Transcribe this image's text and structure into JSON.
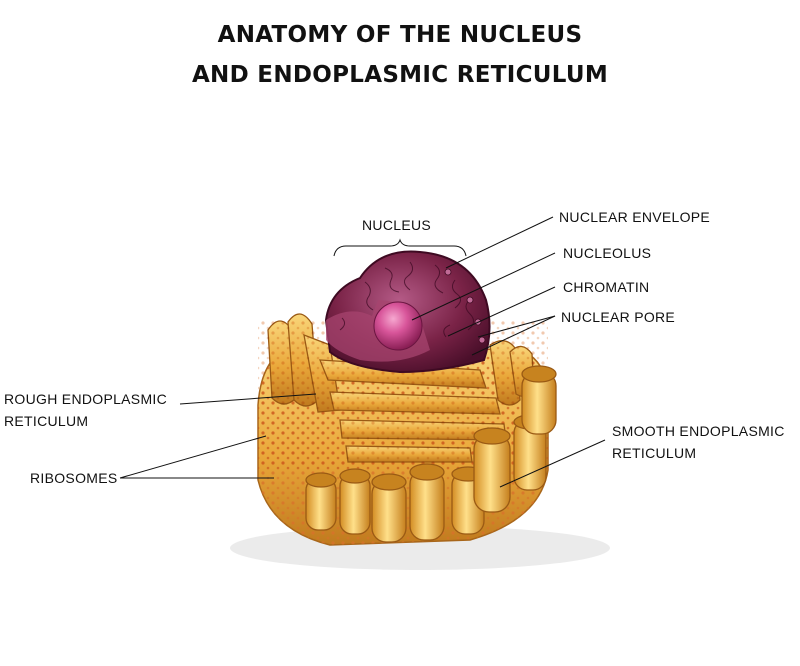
{
  "title": {
    "line1": "ANATOMY OF THE NUCLEUS",
    "line2": "AND ENDOPLASMIC RETICULUM"
  },
  "labels": {
    "nucleus": "NUCLEUS",
    "nuclear_envelope": "NUCLEAR ENVELOPE",
    "nucleolus": "NUCLEOLUS",
    "chromatin": "CHROMATIN",
    "nuclear_pore": "NUCLEAR PORE",
    "rough_er_line1": "ROUGH ENDOPLASMIC",
    "rough_er_line2": "RETICULUM",
    "ribosomes": "RIBOSOMES",
    "smooth_er_line1": "SMOOTH ENDOPLASMIC",
    "smooth_er_line2": "RETICULUM"
  },
  "colors": {
    "er_orange": "#e9a534",
    "er_light": "#f7cf6a",
    "er_dark": "#b8741a",
    "nucleus_purple": "#7a2347",
    "nucleolus_magenta": "#c4407a",
    "leader_line": "#111111"
  }
}
